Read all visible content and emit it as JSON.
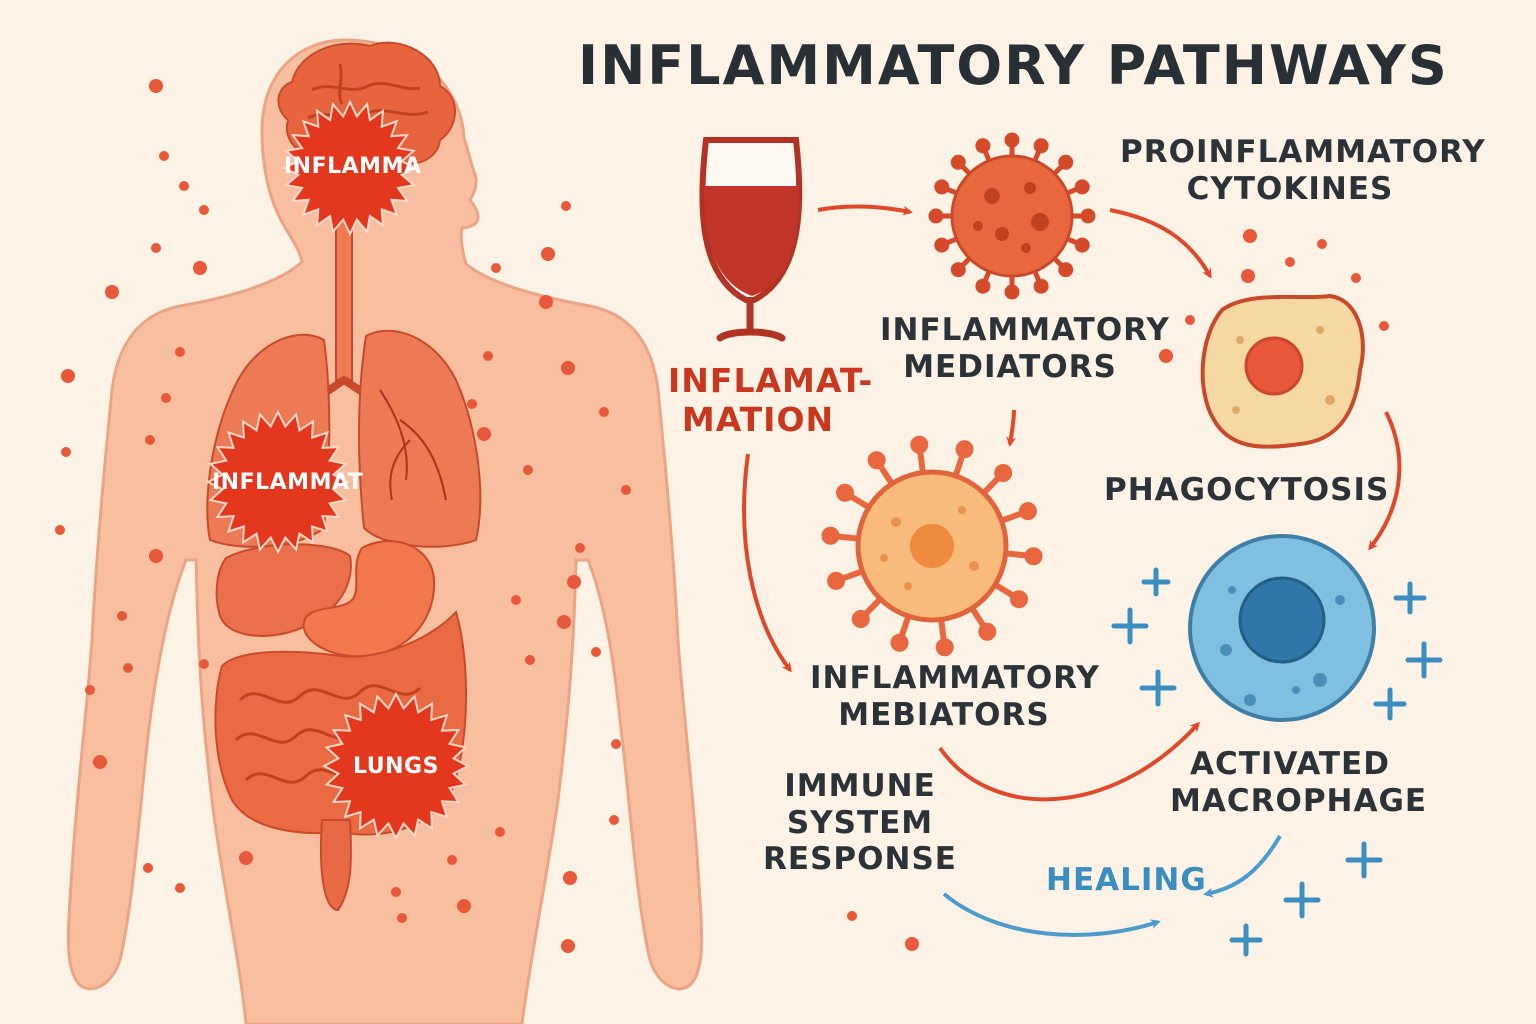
{
  "title": "INFLAMMATORY PATHWAYS",
  "body_labels": {
    "brain": "INFLAMMA",
    "lung": "INFLAMMAT",
    "gut": "LUNGS"
  },
  "nodes": {
    "wine_label": [
      "INFLAMAT-",
      "MATION"
    ],
    "mediators_top": [
      "INFLAMMATORY",
      "MEDIATORS"
    ],
    "cytokines": [
      "PROINFLAMMATORY",
      "CYTOKINES"
    ],
    "phagocytosis": "PHAGOCYTOSIS",
    "mediators_bottom": [
      "INFLAMMATORY",
      "MEBIATORS"
    ],
    "macrophage": [
      "ACTIVATED",
      "MACROPHAGE"
    ],
    "immune": [
      "IMMUNE",
      "SYSTEM",
      "RESPONSE"
    ],
    "healing": "HEALING"
  },
  "colors": {
    "background": "#fcf3e6",
    "skin": "#f7bfa0",
    "organ": "#e8643f",
    "inflammation": "#e3381d",
    "arrow_red": "#e0482a",
    "arrow_blue": "#4a9ccc",
    "macrophage_blue": "#7fc0e0",
    "text_dark": "#2b3238"
  },
  "icons": [
    "wine-glass-icon",
    "virus-cell-icon",
    "phagocyte-cell-icon",
    "spiky-cell-icon",
    "macrophage-cell-icon",
    "plus-icon"
  ]
}
